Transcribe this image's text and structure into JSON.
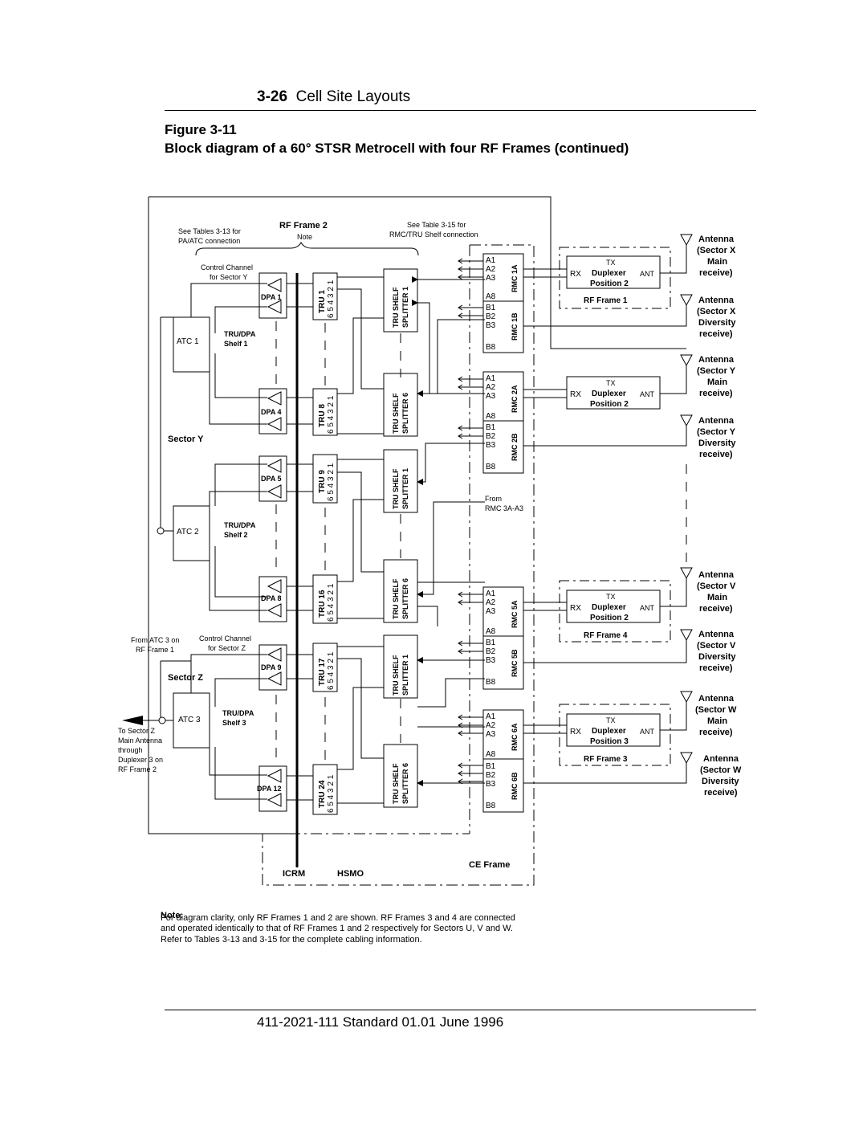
{
  "header": {
    "section_number": "3-26",
    "section_title": "Cell Site Layouts"
  },
  "figure": {
    "label": "Figure 3-11",
    "title": "Block diagram of a 60° STSR Metrocell with four RF Frames (continued)"
  },
  "diagram": {
    "rf_frame2_label": "RF Frame 2",
    "rf_frame2_note": "Note",
    "see_tables_1": "See Tables 3-13 for",
    "see_tables_2": "PA/ATC connection",
    "see_table_1": "See Table 3-15 for",
    "see_table_2": "RMC/TRU Shelf connection",
    "control_channel_y_1": "Control Channel",
    "control_channel_y_2": "for Sector Y",
    "control_channel_z_1": "Control Channel",
    "control_channel_z_2": "for Sector Z",
    "atc": [
      "ATC 1",
      "ATC 2",
      "ATC 3"
    ],
    "shelf_title": "TRU/DPA",
    "shelf1": "Shelf 1",
    "shelf2": "Shelf 2",
    "shelf3": "Shelf 3",
    "sector_y": "Sector Y",
    "sector_z": "Sector Z",
    "dpa": [
      "DPA 1",
      "DPA 4",
      "DPA 5",
      "DPA 8",
      "DPA 9",
      "DPA 12"
    ],
    "tru": [
      "TRU 1",
      "TRU 8",
      "TRU 9",
      "TRU 16",
      "TRU 17",
      "TRU 24"
    ],
    "tru_ports": "6 5 4 3 2 1",
    "tru_shelf": "TRU SHELF",
    "splitter1": "SPLITTER 1",
    "splitter6": "SPLITTER 6",
    "from_atc3_1": "From ATC 3 on",
    "from_atc3_2": "RF Frame 1",
    "to_sector_z": [
      "To Sector Z",
      "Main Antenna",
      "through",
      "Duplexer 3 on",
      "RF Frame 2"
    ],
    "rmc": [
      "RMC 1A",
      "RMC 1B",
      "RMC 2A",
      "RMC 2B",
      "RMC 5A",
      "RMC 5B",
      "RMC 6A",
      "RMC 6B"
    ],
    "ports_a": [
      "A1",
      "A2",
      "A3",
      "A8"
    ],
    "ports_b": [
      "B1",
      "B2",
      "B3",
      "B8"
    ],
    "from_rmc3_1": "From",
    "from_rmc3_2": "RMC 3A-A3",
    "tx": "TX",
    "rx": "RX",
    "duplexer": "Duplexer",
    "ant": "ANT",
    "position2": "Position 2",
    "position3": "Position 3",
    "rf_frame1": "RF Frame 1",
    "rf_frame4": "RF Frame 4",
    "rf_frame3": "RF Frame 3",
    "antenna": "Antenna",
    "sector_x": "(Sector X",
    "sector_y_ant": "(Sector Y",
    "sector_v": "(Sector V",
    "sector_w": "(Sector W",
    "main": "Main",
    "diversity": "Diversity",
    "receive": "receive)",
    "ce_frame": "CE Frame",
    "icrm": "ICRM",
    "hsmo": "HSMO"
  },
  "note": {
    "label": "Note:",
    "line1": "For diagram clarity, only RF Frames 1 and 2 are shown.  RF Frames 3 and 4 are connected",
    "line2": "and operated identically to that of RF Frames 1 and 2 respectively for Sectors U, V and W.",
    "line3": "Refer to Tables 3-13 and 3-15 for the complete cabling information."
  },
  "footer": {
    "text": "411-2021-111 Standard 01.01 June 1996"
  }
}
